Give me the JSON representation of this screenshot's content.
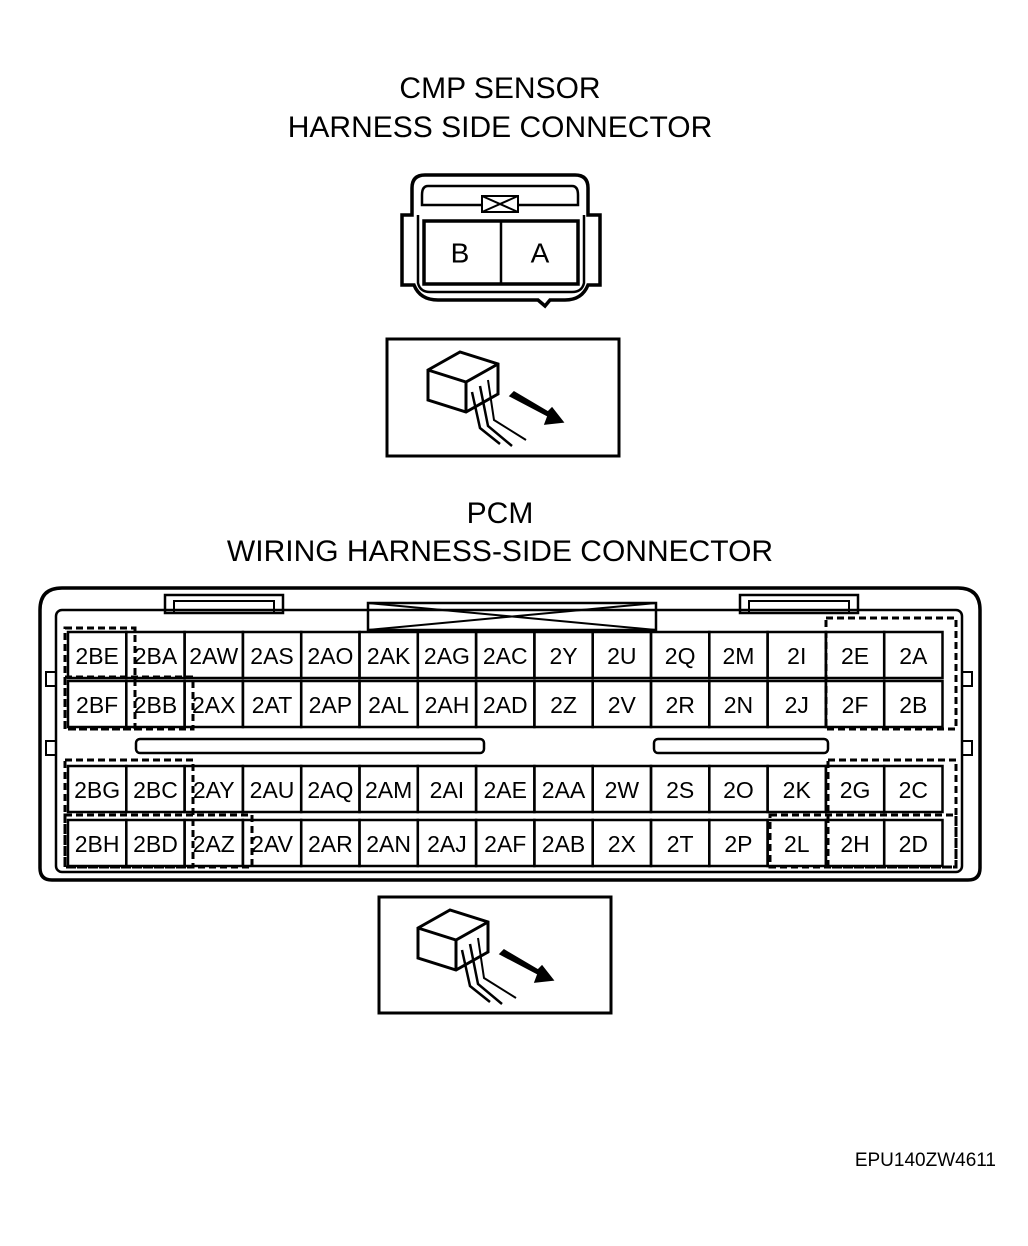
{
  "cmp": {
    "title_line1": "CMP SENSOR",
    "title_line2": "HARNESS SIDE CONNECTOR",
    "pins": [
      "B",
      "A"
    ]
  },
  "pcm": {
    "title_line1": "PCM",
    "title_line2": "WIRING HARNESS-SIDE CONNECTOR",
    "upper_block": [
      [
        "2BE",
        "2BA",
        "2AW",
        "2AS",
        "2AO",
        "2AK",
        "2AG",
        "2AC",
        "2Y",
        "2U",
        "2Q",
        "2M",
        "2I",
        "2E",
        "2A"
      ],
      [
        "2BF",
        "2BB",
        "2AX",
        "2AT",
        "2AP",
        "2AL",
        "2AH",
        "2AD",
        "2Z",
        "2V",
        "2R",
        "2N",
        "2J",
        "2F",
        "2B"
      ]
    ],
    "lower_block": [
      [
        "2BG",
        "2BC",
        "2AY",
        "2AU",
        "2AQ",
        "2AM",
        "2AI",
        "2AE",
        "2AA",
        "2W",
        "2S",
        "2O",
        "2K",
        "2G",
        "2C"
      ],
      [
        "2BH",
        "2BD",
        "2AZ",
        "2AV",
        "2AR",
        "2AN",
        "2AJ",
        "2AF",
        "2AB",
        "2X",
        "2T",
        "2P",
        "2L",
        "2H",
        "2D"
      ]
    ]
  },
  "figure_id": "EPU140ZW4611"
}
